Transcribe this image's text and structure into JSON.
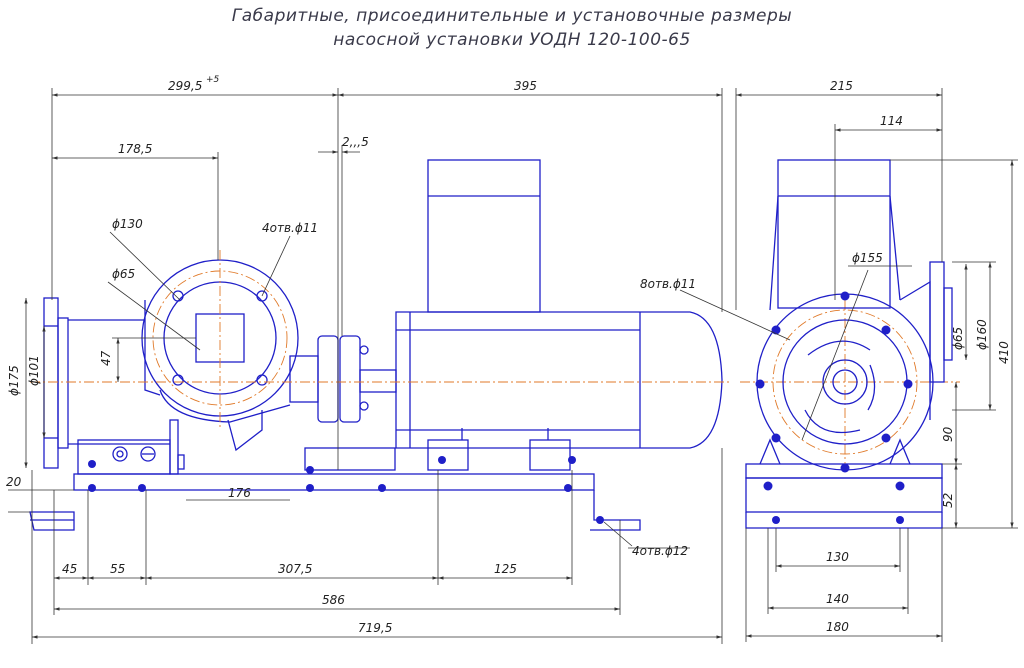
{
  "title": {
    "line1": "Габаритные, присоединительные и установочные размеры",
    "line2": "насосной установки УОДН 120-100-65"
  },
  "colors": {
    "outline": "#1f1fc8",
    "dimension": "#333333",
    "axis": "#e07a2a",
    "background": "#ffffff"
  },
  "front_view": {
    "dim_299": "299,5",
    "dim_299_tol": "+5",
    "dim_395": "395",
    "dim_178": "178,5",
    "dim_2_5": "2,,,5",
    "dim_d130": "ϕ130",
    "dim_holes4": "4отв.ϕ11",
    "dim_d65": "ϕ65",
    "dim_47": "47",
    "dim_d175": "ϕ175",
    "dim_d101": "ϕ101",
    "dim_20": "20",
    "dim_176": "176",
    "dim_45": "45",
    "dim_55": "55",
    "dim_307": "307,5",
    "dim_125": "125",
    "dim_holes12": "4отв.ϕ12",
    "dim_586": "586",
    "dim_719": "719,5"
  },
  "side_view": {
    "dim_215": "215",
    "dim_114": "114",
    "dim_d155": "ϕ155",
    "dim_holes8": "8отв.ϕ11",
    "dim_d65": "ϕ65",
    "dim_d160": "ϕ160",
    "dim_410": "410",
    "dim_90": "90",
    "dim_52": "52",
    "dim_130": "130",
    "dim_140": "140",
    "dim_180": "180"
  }
}
